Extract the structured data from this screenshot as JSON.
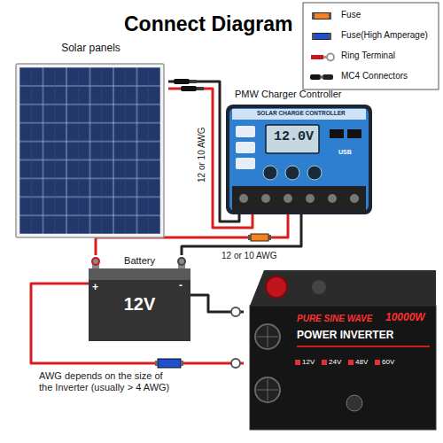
{
  "diagram": {
    "title": "Connect Diagram",
    "nodes": [
      {
        "text": [
          "Solar panels"
        ]
      },
      {
        "text": [
          "PMW Charger Controller",
          "SOLAR CHARGE CONTROLLER",
          "12.0V",
          "USB"
        ]
      },
      {
        "text": [
          "Battery",
          "12V"
        ]
      },
      {
        "text": [
          "PURE SINE WAVE",
          "POWER INVERTER",
          "10000W",
          "12V",
          "24V",
          "48V",
          "60V"
        ]
      }
    ],
    "edges": [
      {
        "from": 0,
        "to": 1,
        "arrow": "none",
        "label": "12 or 10 AWG"
      },
      {
        "from": 1,
        "to": 2,
        "arrow": "none",
        "label": "12 or 10 AWG"
      },
      {
        "from": 2,
        "to": 3,
        "arrow": "none",
        "label": "AWG depends on the size of the Inverter (usually > 4 AWG)"
      }
    ],
    "labels": [
      "+",
      "-"
    ],
    "legend": [
      {
        "text": "Fuse",
        "color": "#f5821f"
      },
      {
        "text": "Fuse(High Amperage)",
        "color": "#1f4fcf"
      },
      {
        "text": "Ring Terminal"
      },
      {
        "text": "MC4 Connectors"
      }
    ]
  }
}
